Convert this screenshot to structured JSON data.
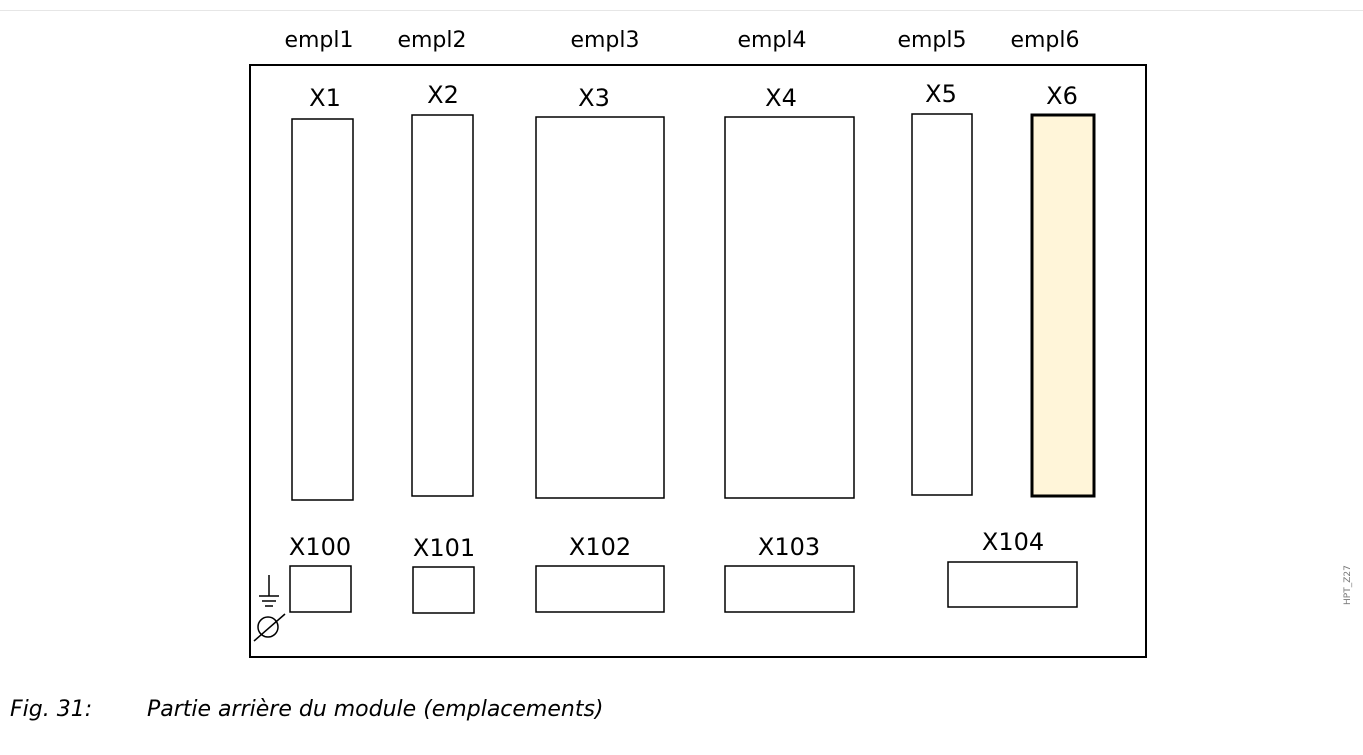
{
  "slots": [
    {
      "slot_label": "empl1",
      "connector": "X1",
      "highlighted": false
    },
    {
      "slot_label": "empl2",
      "connector": "X2",
      "highlighted": false
    },
    {
      "slot_label": "empl3",
      "connector": "X3",
      "highlighted": false
    },
    {
      "slot_label": "empl4",
      "connector": "X4",
      "highlighted": false
    },
    {
      "slot_label": "empl5",
      "connector": "X5",
      "highlighted": false
    },
    {
      "slot_label": "empl6",
      "connector": "X6",
      "highlighted": true
    }
  ],
  "bottom_connectors": [
    "X100",
    "X101",
    "X102",
    "X103",
    "X104"
  ],
  "highlight_color": "#fff5d9",
  "symbols": [
    "ground-icon",
    "diameter-icon"
  ],
  "caption": {
    "number": "Fig. 31:",
    "text": "Partie arrière du module (emplacements)"
  },
  "side_code": "HPT_Z27"
}
